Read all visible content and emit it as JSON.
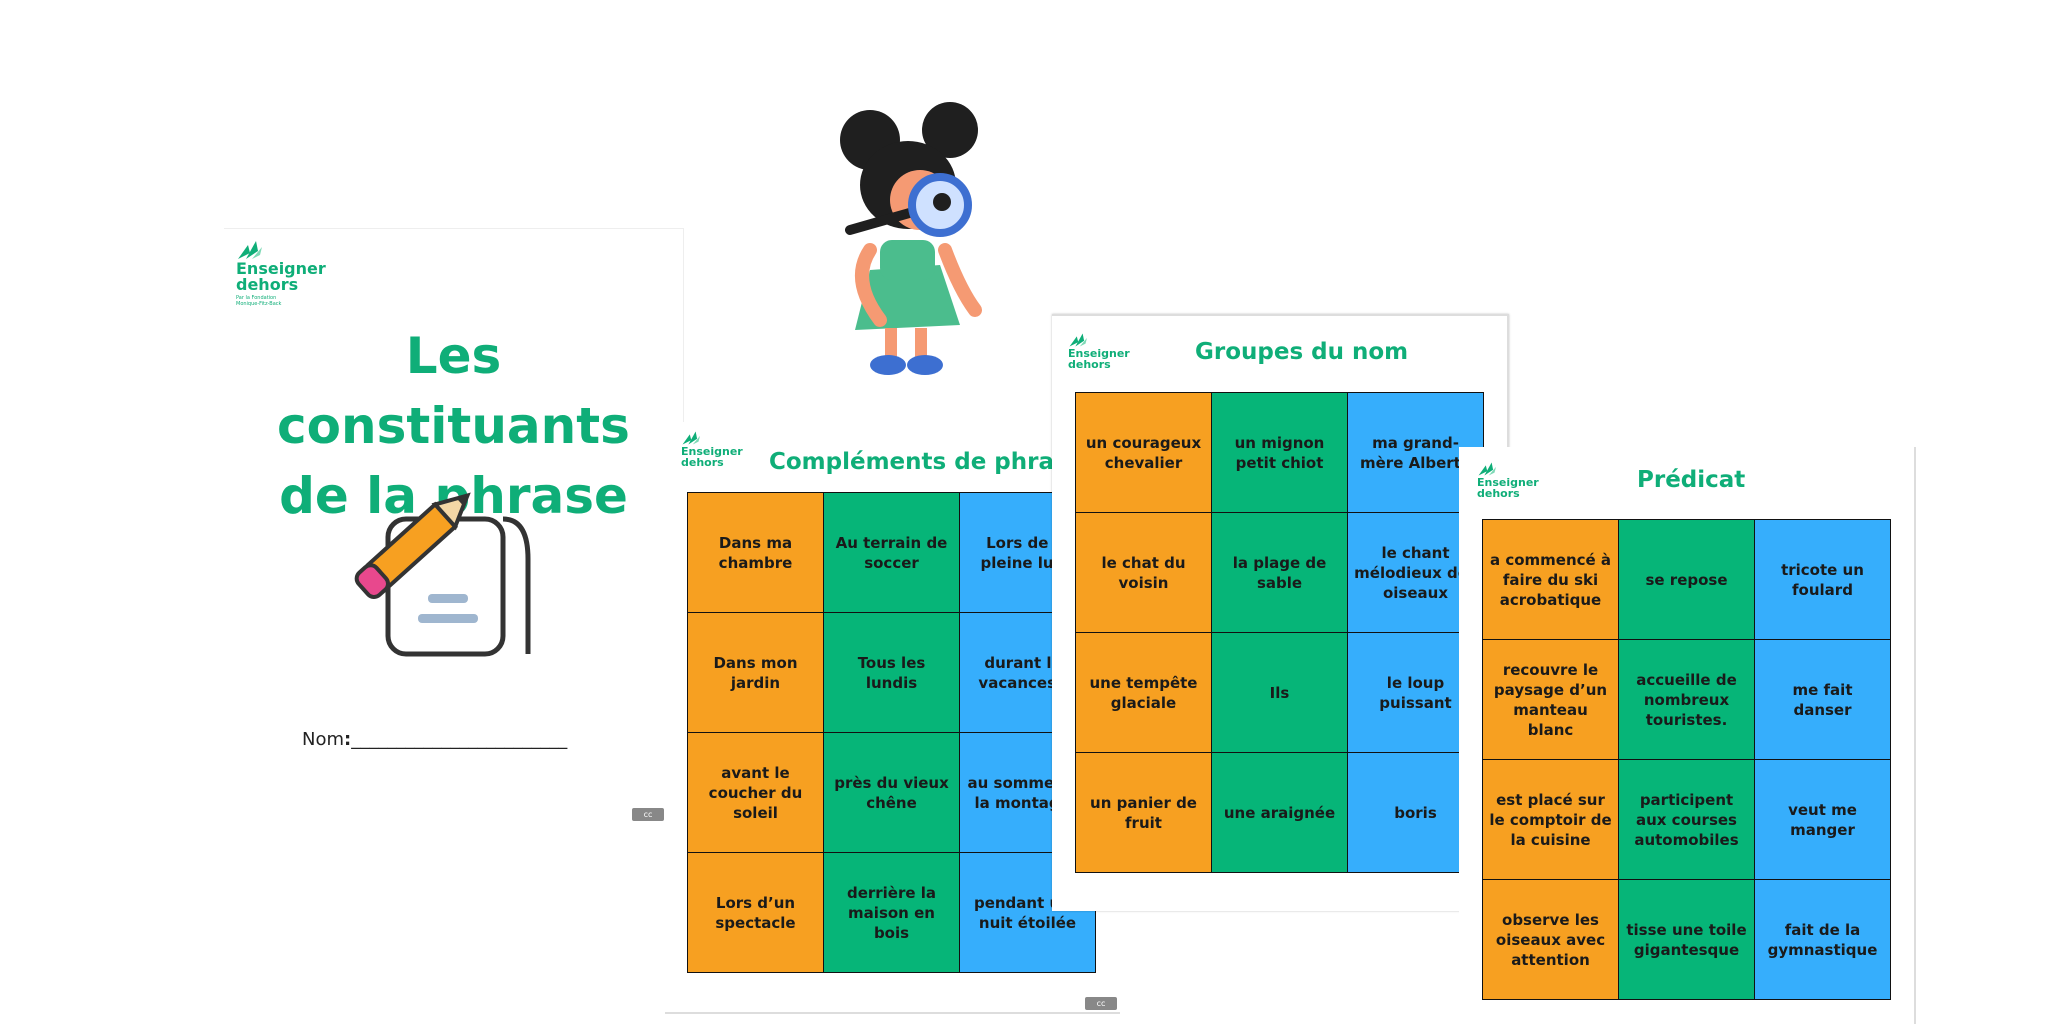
{
  "brand": {
    "name_line1": "Enseigner",
    "name_line2": "dehors",
    "tagline": "Par la Fondation Monique-Fitz-Back",
    "color": "#0fae78"
  },
  "cover": {
    "title_line1": "Les constituants",
    "title_line2": "de la phrase",
    "name_label": "Nom",
    "name_colon": ":",
    "name_line": "________________________",
    "pencil_icon": "pencil-paper-icon",
    "license_icon": "creative-commons-icon"
  },
  "illustration": {
    "icon": "girl-with-magnifying-glass-icon"
  },
  "sheets": [
    {
      "title": "Compléments de phrase",
      "cells": [
        [
          "Dans ma chambre",
          "Au terrain de soccer",
          "Lors de la pleine lune"
        ],
        [
          "Dans mon jardin",
          "Tous les lundis",
          "durant les vacances d'"
        ],
        [
          "avant le coucher du soleil",
          "près du vieux chêne",
          "au sommet de la montagne"
        ],
        [
          "Lors d’un spectacle",
          "derrière la maison en bois",
          "pendant une nuit étoilée"
        ]
      ]
    },
    {
      "title": "Groupes du nom",
      "cells": [
        [
          "un courageux chevalier",
          "un mignon petit chiot",
          "ma grand-mère Alberte"
        ],
        [
          "le chat du voisin",
          "la plage de sable",
          "le chant mélodieux des oiseaux"
        ],
        [
          "une tempête glaciale",
          "Ils",
          "le loup puissant"
        ],
        [
          "un panier de fruit",
          "une araignée",
          "boris"
        ]
      ]
    },
    {
      "title": "Prédicat",
      "cells": [
        [
          "a commencé à faire du ski acrobatique",
          "se repose",
          "tricote un foulard"
        ],
        [
          "recouvre le paysage d’un manteau blanc",
          "accueille de nombreux touristes.",
          "me fait danser"
        ],
        [
          "est placé sur le comptoir de la cuisine",
          "participent aux courses automobiles",
          "veut me manger"
        ],
        [
          "observe les oiseaux avec attention",
          "tisse une toile gigantesque",
          "fait de la gymnastique"
        ]
      ]
    }
  ],
  "colors": {
    "orange": "#f7a021",
    "green": "#06b578",
    "blue": "#36aefc"
  }
}
